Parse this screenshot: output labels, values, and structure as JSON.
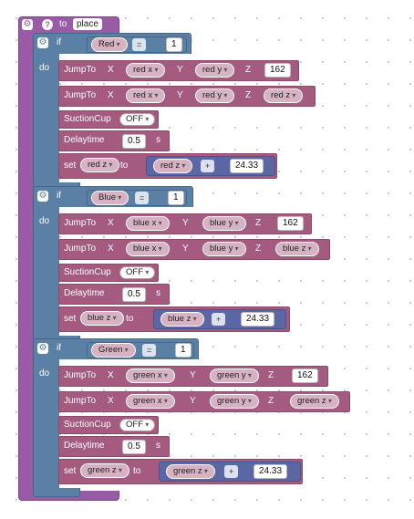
{
  "procedure": {
    "to_label": "to",
    "name": "place",
    "gear_icon": "gear-icon",
    "help_icon": "help-icon",
    "help_glyph": "?"
  },
  "labels": {
    "if": "if",
    "do": "do",
    "jumpto": "JumpTo",
    "x": "X",
    "y": "Y",
    "z": "Z",
    "suction": "SuctionCup",
    "delay": "Delaytime",
    "delay_unit": "s",
    "set": "set",
    "to": "to"
  },
  "blocks": [
    {
      "color": "Red",
      "op": "=",
      "compare_value": "1",
      "jump1": {
        "x": "red x",
        "y": "red y",
        "z": "162"
      },
      "jump2": {
        "x": "red x",
        "y": "red y",
        "z": "red z"
      },
      "suction": "OFF",
      "delay": "0.5",
      "set": {
        "var": "red z",
        "lhs": "red z",
        "op": "+",
        "rhs": "24.33"
      }
    },
    {
      "color": "Blue",
      "op": "=",
      "compare_value": "1",
      "jump1": {
        "x": "blue x",
        "y": "blue y",
        "z": "162"
      },
      "jump2": {
        "x": "blue x",
        "y": "blue y",
        "z": "blue z"
      },
      "suction": "OFF",
      "delay": "0.5",
      "set": {
        "var": "blue z",
        "lhs": "blue z",
        "op": "+",
        "rhs": "24.33"
      }
    },
    {
      "color": "Green",
      "op": "=",
      "compare_value": "1",
      "jump1": {
        "x": "green x",
        "y": "green y",
        "z": "162"
      },
      "jump2": {
        "x": "green x",
        "y": "green y",
        "z": "green z"
      },
      "suction": "OFF",
      "delay": "0.5",
      "set": {
        "var": "green z",
        "lhs": "green z",
        "op": "+",
        "rhs": "24.33"
      }
    }
  ],
  "colors": {
    "procedure": "#995ba5",
    "logic": "#5b80a5",
    "robot": "#a55b80",
    "math": "#5b67a5"
  }
}
